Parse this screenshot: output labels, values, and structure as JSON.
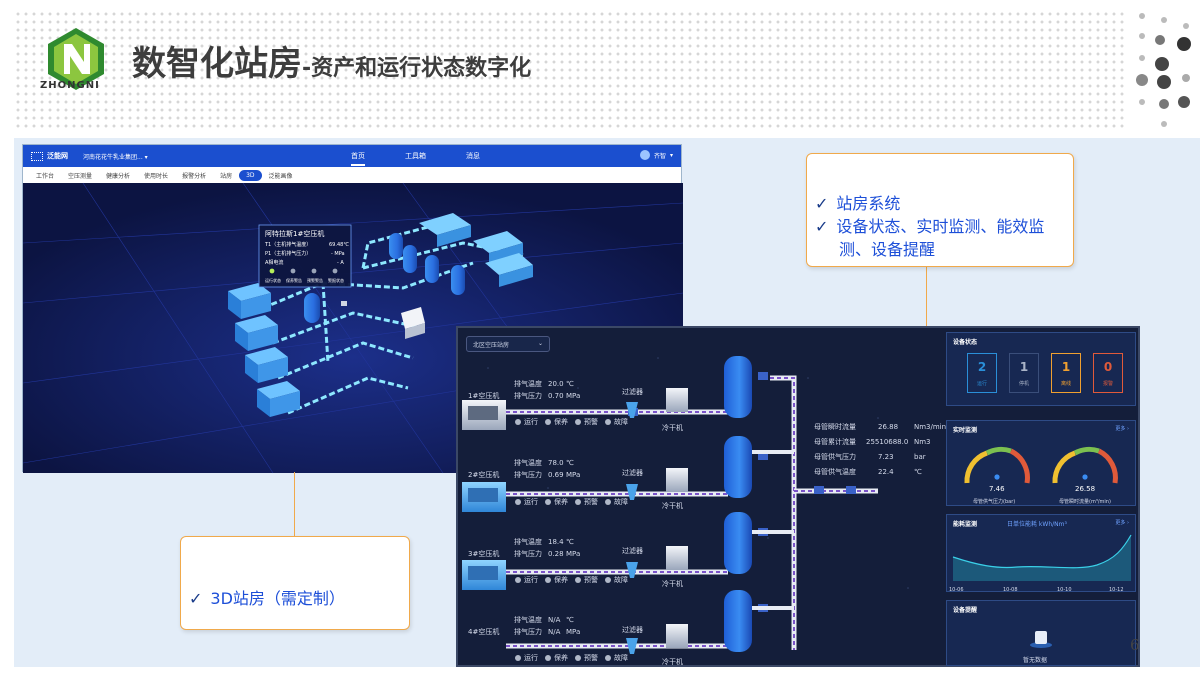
{
  "slide": {
    "title": "数智化站房",
    "subtitle": "-资产和运行状态数字化",
    "logo_text": "ZHONGNI",
    "page_number": "6"
  },
  "colors": {
    "title": "#3d3d3d",
    "accent_blue": "#1d4fd8",
    "callout_border": "#f0a94b",
    "monitor_bg": "#141e3a",
    "scene_bg": "#0f1a4d"
  },
  "window3d": {
    "brand": "泛能网",
    "org": "河南花花牛乳业集团...",
    "nav": [
      "首页",
      "工具箱",
      "消息"
    ],
    "user": "齐智",
    "tabs": [
      "工作台",
      "空压测量",
      "健康分析",
      "使用时长",
      "报警分析",
      "站房",
      "3D",
      "泛能画像"
    ],
    "active_tab": "3D",
    "popup": {
      "title": "阿特拉斯1#空压机",
      "rows": [
        {
          "label": "T1（主机排气温度）",
          "value": "69.48℃"
        },
        {
          "label": "P1（主机排气压力）",
          "value": "- MPa"
        },
        {
          "label": "A相电流",
          "value": "- A"
        }
      ],
      "statuses": [
        "运行状态",
        "保养警告",
        "预警警告",
        "警报状态"
      ]
    }
  },
  "callout1": {
    "lines": [
      "站房系统",
      "设备状态、实时监测、能效监",
      "测、设备提醒"
    ],
    "check": "✓"
  },
  "callout2": {
    "lines": [
      "3D站房（需定制）"
    ],
    "check": "✓"
  },
  "monitor": {
    "station": "北区空压站房",
    "filter_label": "过滤器",
    "dryer_label": "冷干机",
    "status_legend": [
      "运行",
      "保养",
      "预警",
      "故障"
    ],
    "param_labels": [
      "排气温度",
      "排气压力"
    ],
    "compressors": [
      {
        "name": "1#空压机",
        "temp": "20.0",
        "temp_unit": "℃",
        "pressure": "0.70",
        "pressure_unit": "MPa"
      },
      {
        "name": "2#空压机",
        "temp": "78.0",
        "temp_unit": "℃",
        "pressure": "0.69",
        "pressure_unit": "MPa"
      },
      {
        "name": "3#空压机",
        "temp": "18.4",
        "temp_unit": "℃",
        "pressure": "0.28",
        "pressure_unit": "MPa"
      },
      {
        "name": "4#空压机",
        "temp": "N/A",
        "temp_unit": "℃",
        "pressure": "N/A",
        "pressure_unit": "MPa"
      }
    ],
    "main_pipe": [
      {
        "label": "母管瞬时流量",
        "value": "26.88",
        "unit": "Nm3/min"
      },
      {
        "label": "母管累计流量",
        "value": "25510688.0",
        "unit": "Nm3"
      },
      {
        "label": "母管供气压力",
        "value": "7.23",
        "unit": "bar"
      },
      {
        "label": "母管供气温度",
        "value": "22.4",
        "unit": "℃"
      }
    ]
  },
  "side_panel": {
    "device_status": {
      "title": "设备状态",
      "items": [
        {
          "value": "2",
          "label": "运行",
          "color": "#2a8fd8"
        },
        {
          "value": "1",
          "label": "停机",
          "color": "#aab4c8"
        },
        {
          "value": "1",
          "label": "离线",
          "color": "#f0a030"
        },
        {
          "value": "0",
          "label": "报警",
          "color": "#e05a3a"
        }
      ]
    },
    "realtime": {
      "title": "实时监测",
      "more": "更多",
      "gauges": [
        {
          "value": "7.46",
          "label": "母管供气压力(bar)",
          "fraction": 0.42
        },
        {
          "value": "26.58",
          "label": "母管瞬时流量(m³/min)",
          "fraction": 0.55
        }
      ]
    },
    "energy": {
      "title": "能耗监测",
      "subtitle": "日单位能耗 kWh/Nm³",
      "more": "更多",
      "x_ticks": [
        "10-06",
        "10-08",
        "10-10",
        "10-12"
      ]
    },
    "alerts": {
      "title": "设备提醒",
      "item": "暂无数据"
    }
  }
}
